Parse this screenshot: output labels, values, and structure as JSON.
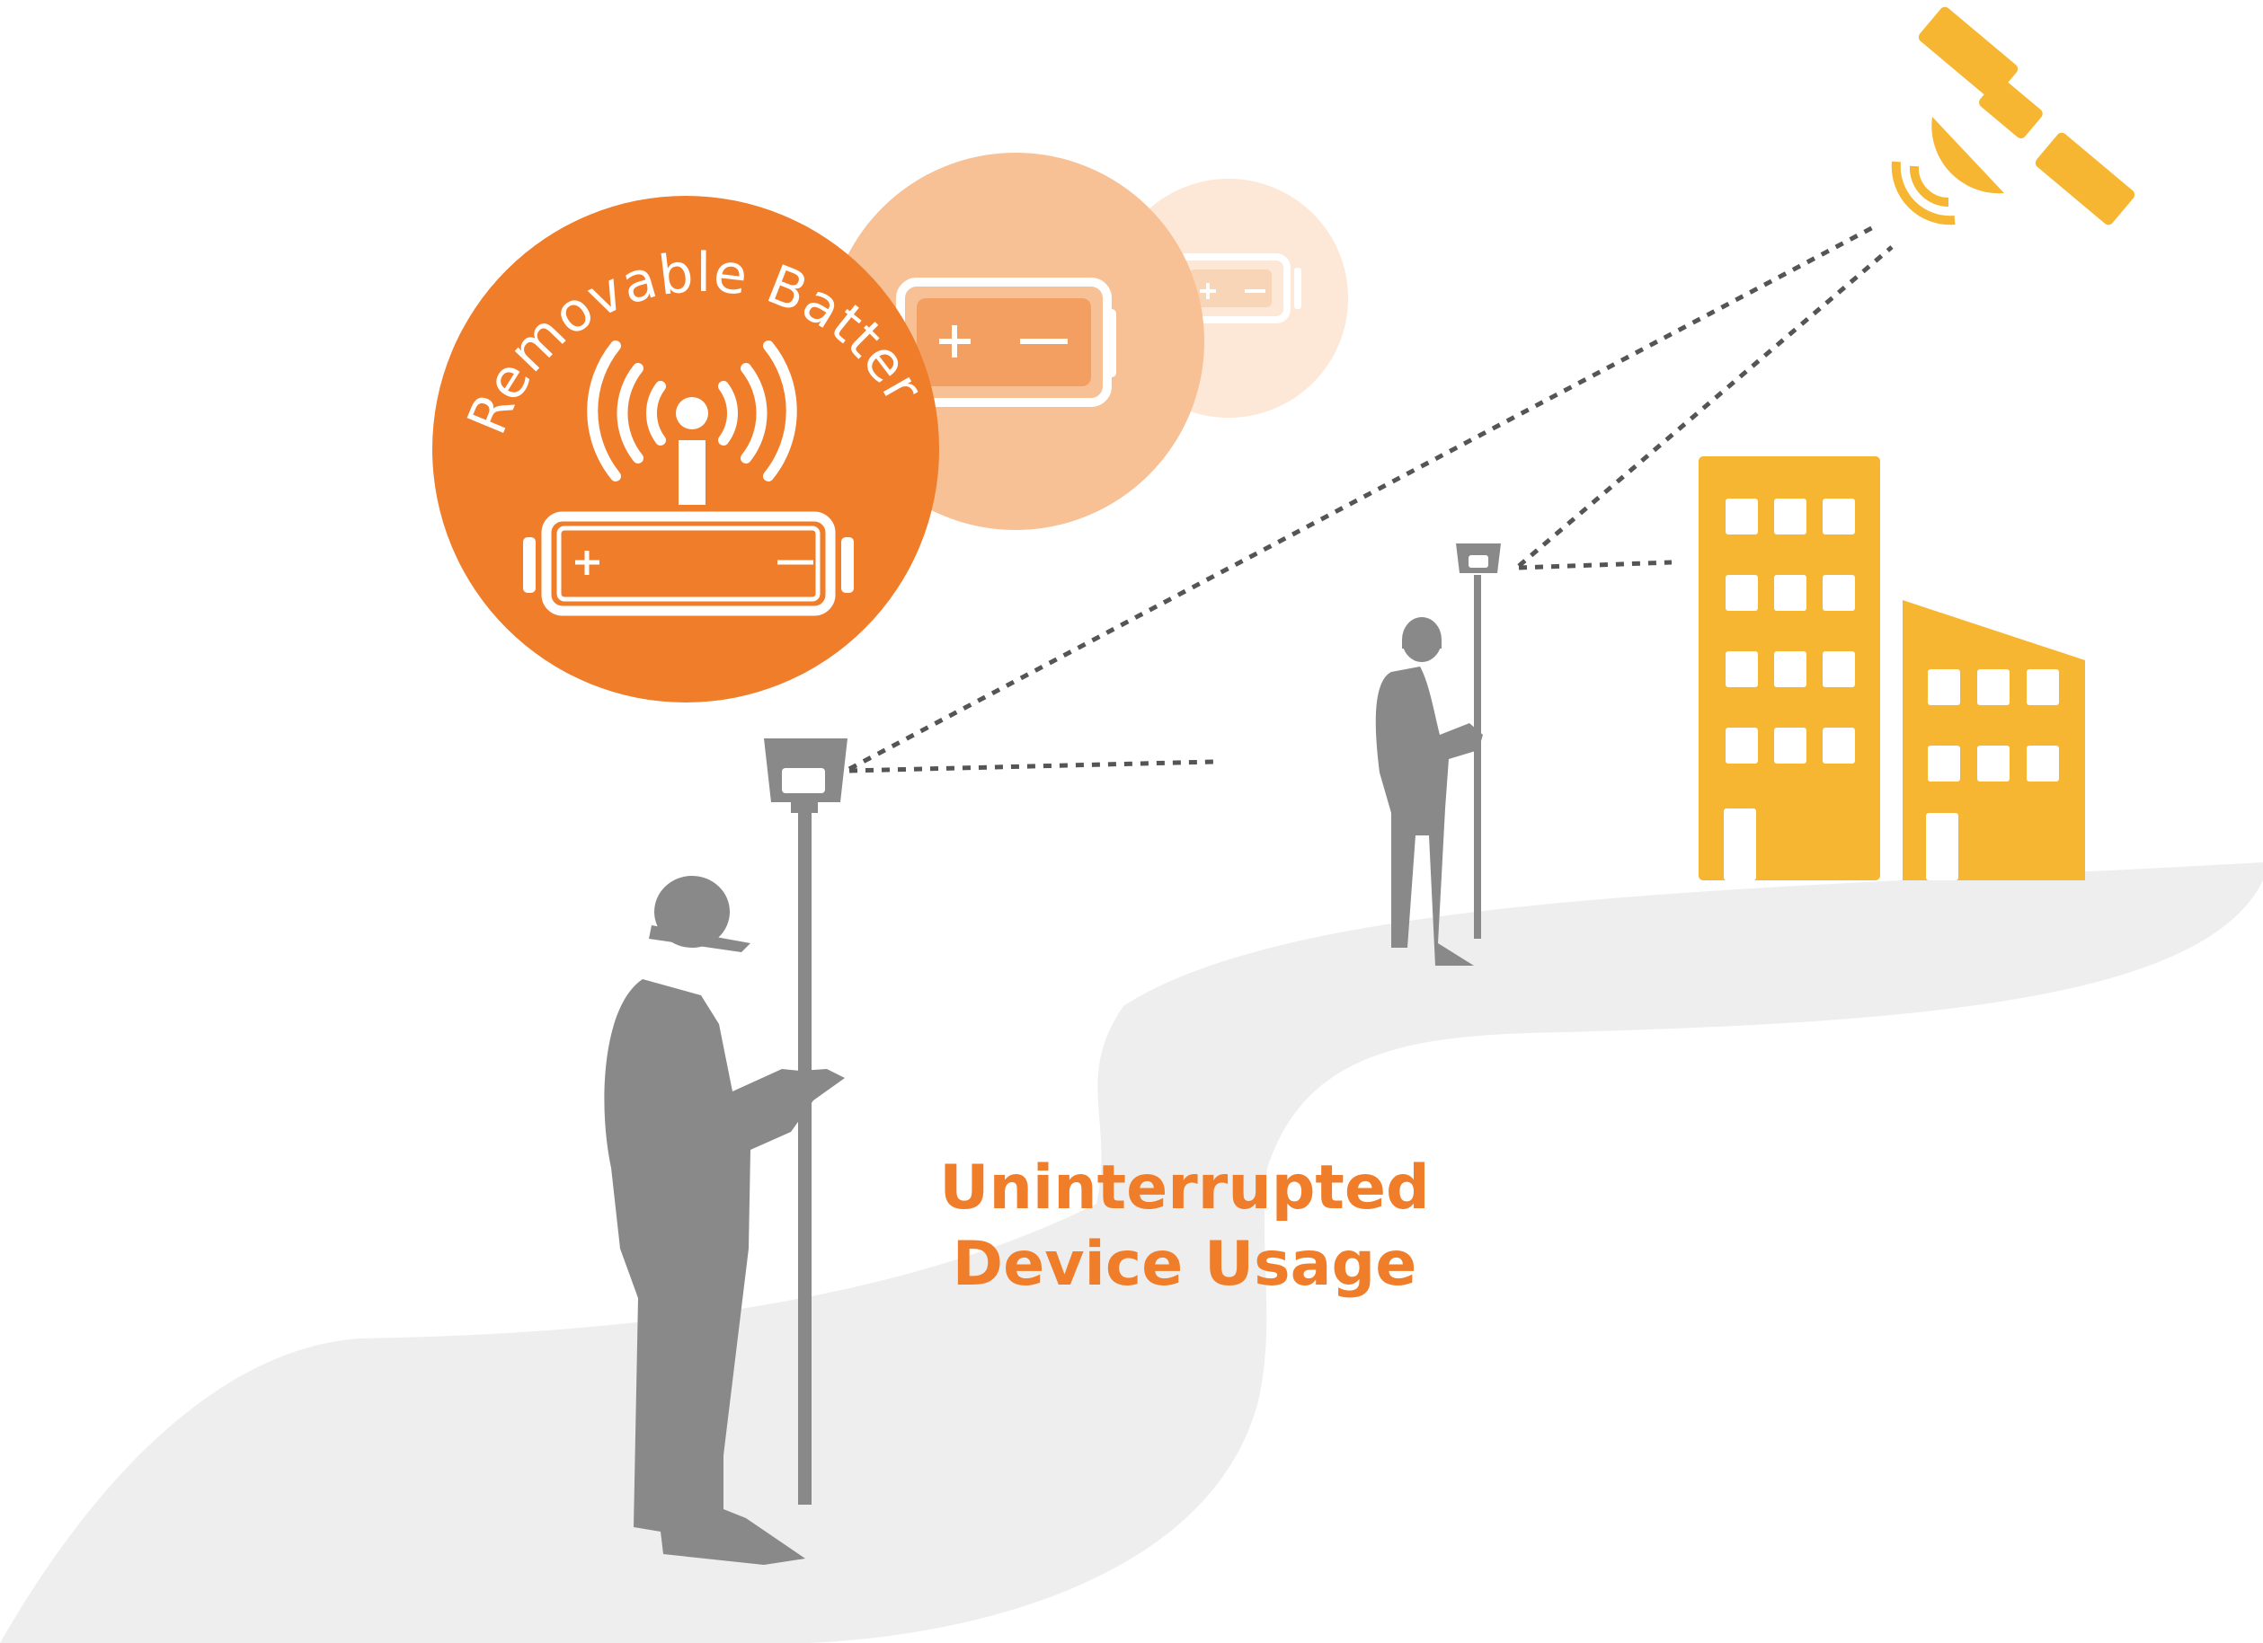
{
  "badge": {
    "label": "Removable Battery"
  },
  "caption": {
    "line1": "Uninterrupted",
    "line2": "Device Usage"
  },
  "battery_symbols": {
    "plus": "+",
    "minus": "—"
  },
  "colors": {
    "orange": "#ef7d2a",
    "orange_mid": "#f7c195",
    "orange_light": "#fde7d6",
    "yellow": "#f6b632",
    "gray": "#898989",
    "ground": "#eeeeee",
    "dash": "#555555"
  },
  "icons": [
    "signal-tower-icon",
    "battery-icon",
    "satellite-icon",
    "building-icon",
    "surveyor-icon",
    "gnss-receiver-icon"
  ]
}
